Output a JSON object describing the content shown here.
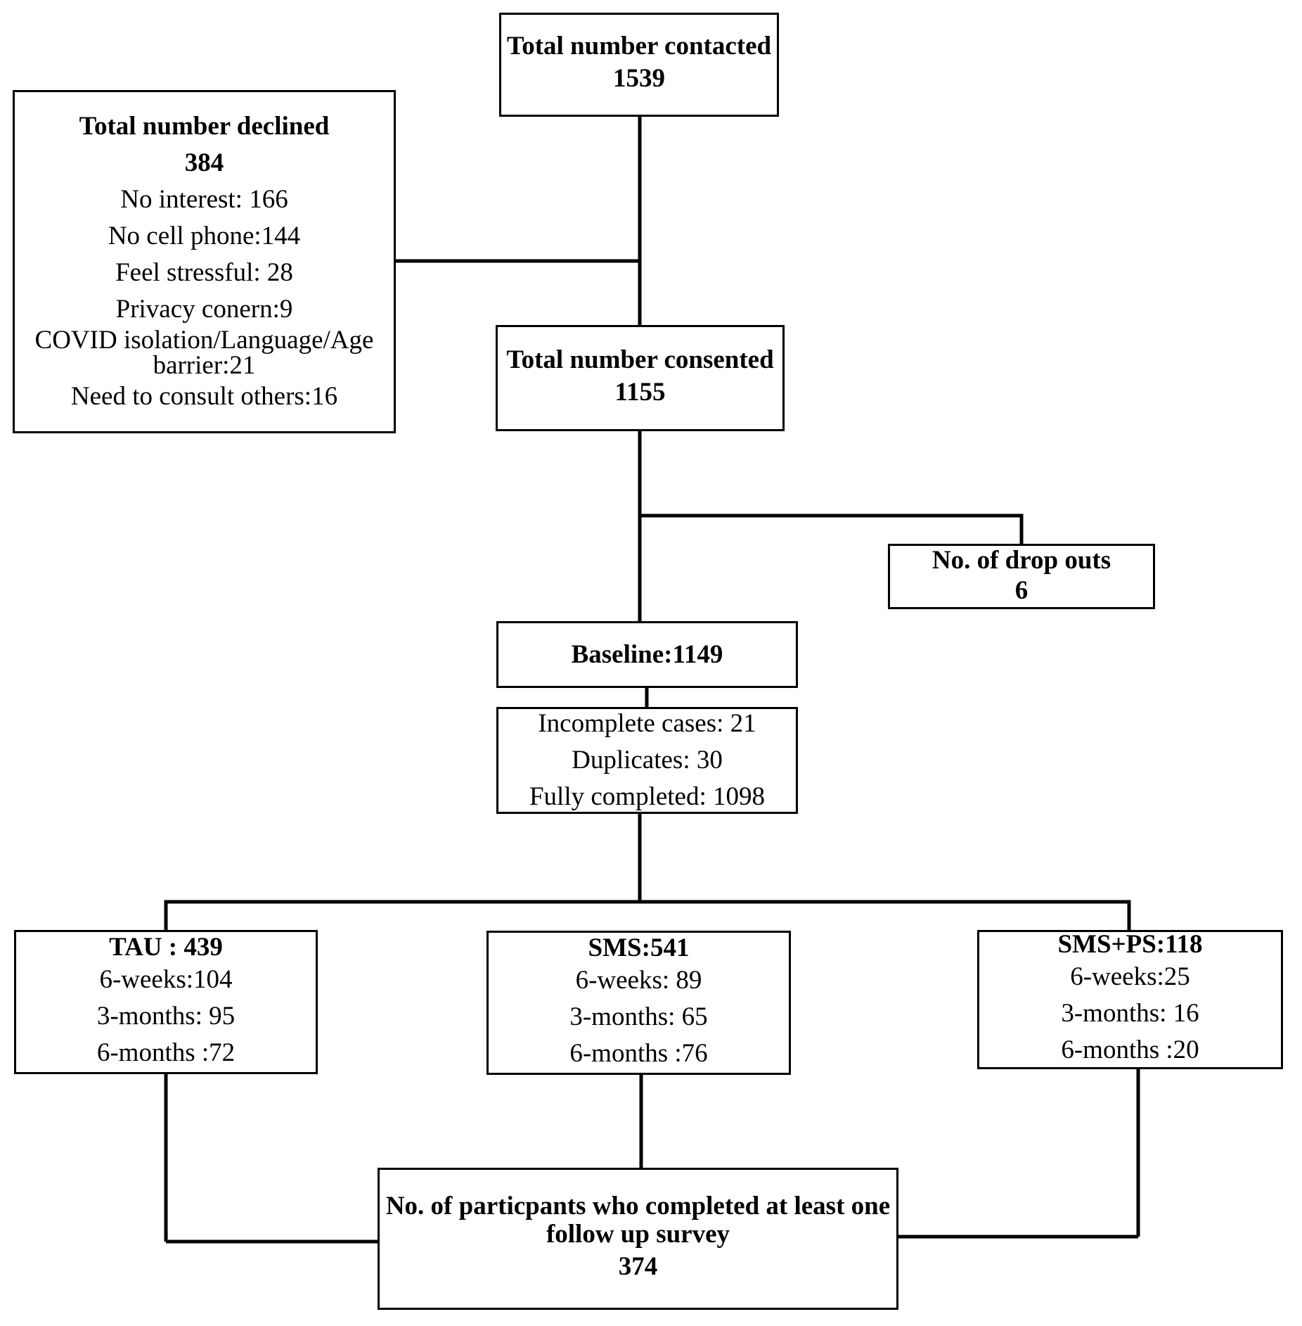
{
  "contacted": {
    "title": "Total number contacted",
    "count": "1539"
  },
  "declined": {
    "title": "Total number declined",
    "count": "384",
    "reasons": [
      "No interest: 166",
      "No cell phone:144",
      "Feel stressful: 28",
      "Privacy conern:9",
      "COVID isolation/Language/Age barrier:21",
      "Need to consult others:16"
    ]
  },
  "consented": {
    "title": "Total number consented",
    "count": "1155"
  },
  "dropouts": {
    "title": "No. of drop outs",
    "count": "6"
  },
  "baseline": {
    "title": "Baseline:1149"
  },
  "baseline_details": [
    "Incomplete cases: 21",
    "Duplicates: 30",
    "Fully completed: 1098"
  ],
  "arms": [
    {
      "title": "TAU : 439",
      "items": [
        "6-weeks:104",
        "3-months: 95",
        "6-months :72"
      ]
    },
    {
      "title": "SMS:541",
      "items": [
        "6-weeks: 89",
        "3-months: 65",
        "6-months :76"
      ]
    },
    {
      "title": "SMS+PS:118",
      "items": [
        "6-weeks:25",
        "3-months: 16",
        "6-months :20"
      ]
    }
  ],
  "followup": {
    "title": "No. of particpants who completed at least one follow up survey",
    "count": "374"
  }
}
